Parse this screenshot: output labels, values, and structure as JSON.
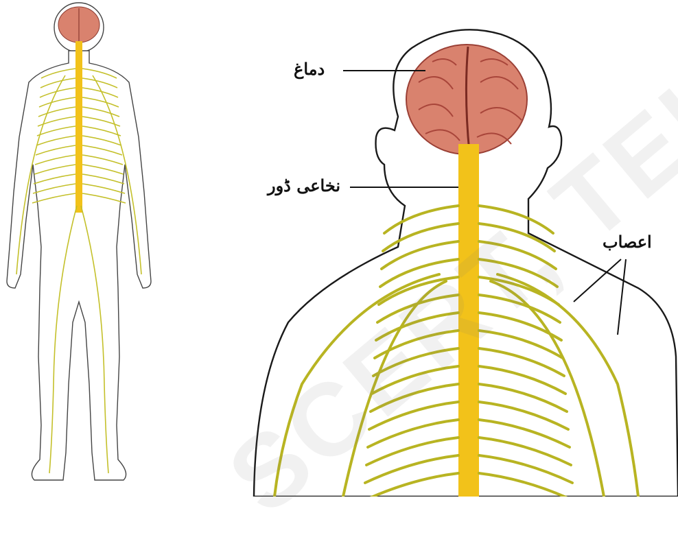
{
  "labels": {
    "brain": "دماغ",
    "spinal_cord": "نخاعی ڈور",
    "nerves": "اعصاب"
  },
  "watermark": "SCERT, TELANGANA",
  "colors": {
    "nerve": "#b8b422",
    "nerve_light": "#dcd84a",
    "spinal_cord": "#f2c21a",
    "brain": "#d9826e",
    "brain_dark": "#a8453a",
    "outline": "#222222",
    "skin": "#ffffff"
  }
}
